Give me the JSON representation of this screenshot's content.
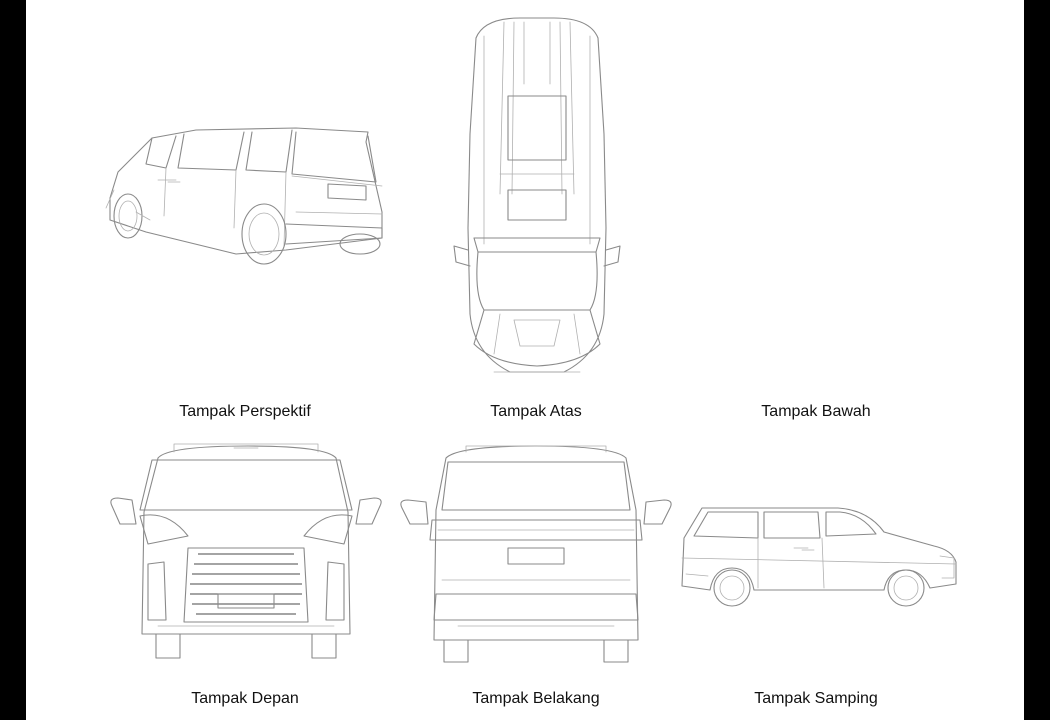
{
  "document": {
    "views": [
      {
        "id": "perspective",
        "label": "Tampak Perspektif"
      },
      {
        "id": "top",
        "label": "Tampak Atas"
      },
      {
        "id": "bottom",
        "label": "Tampak Bawah"
      },
      {
        "id": "front",
        "label": "Tampak Depan"
      },
      {
        "id": "rear",
        "label": "Tampak Belakang"
      },
      {
        "id": "side",
        "label": "Tampak Samping"
      }
    ]
  },
  "colors": {
    "page_background": "#000000",
    "sheet_background": "#ffffff",
    "line_art": "#8a8a8a",
    "caption_text": "#111111"
  }
}
